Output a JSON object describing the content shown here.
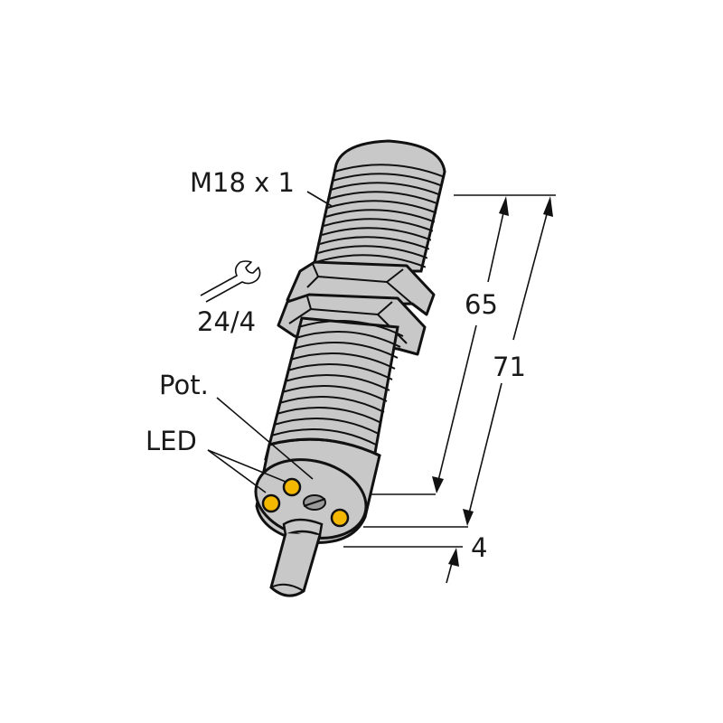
{
  "diagram": {
    "subject": "cylindrical threaded proximity sensor with cable",
    "colors": {
      "body_fill": "#c8c8c8",
      "outline": "#111111",
      "led": "#f5b800",
      "pot_slot": "#9a9a9a",
      "background": "#ffffff"
    },
    "labels": {
      "thread": "M18 x 1",
      "wrench_size": "24/4",
      "potentiometer": "Pot.",
      "led": "LED"
    },
    "icons": {
      "wrench": "wrench-icon"
    },
    "dimensions": {
      "thread_length": "65",
      "total_length": "71",
      "end_cap": "4"
    },
    "led_count": 3
  }
}
